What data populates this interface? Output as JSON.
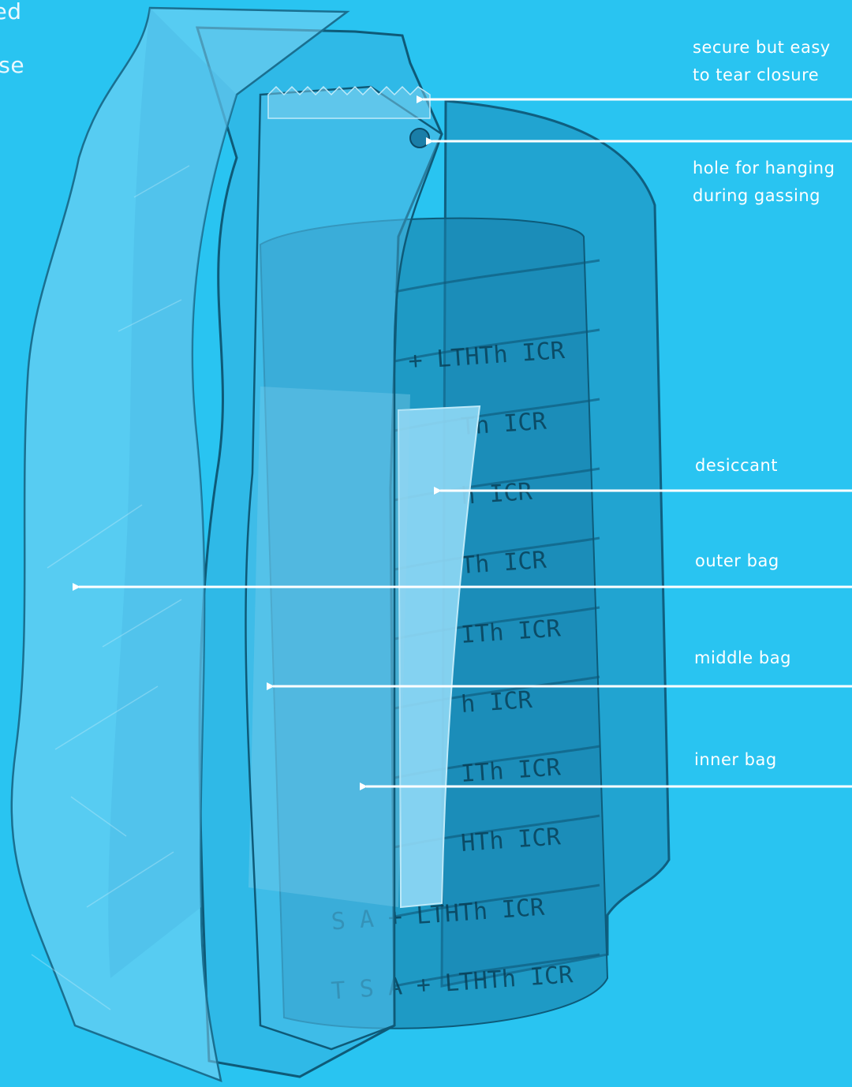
{
  "cut_off_text": [
    "ted",
    "use"
  ],
  "callouts": {
    "closure": {
      "line1": "secure but easy",
      "line2": "to tear closure"
    },
    "hole": {
      "line1": "hole for hanging",
      "line2": "during gassing"
    },
    "desiccant": "desiccant",
    "outer_bag": "outer bag",
    "middle_bag": "middle bag",
    "inner_bag": "inner bag"
  },
  "plate_labels": [
    "+ LTHTh ICR",
    "Th ICR",
    "h ICR",
    "Th ICR",
    "ITh ICR",
    "h ICR",
    "ITh ICR",
    "HTh ICR",
    "S A + LTHTh ICR",
    "T S A + LTHTh ICR"
  ],
  "colors": {
    "background": "#29c4f1",
    "bag": "#1d8fb8",
    "text": "#ffffff"
  }
}
